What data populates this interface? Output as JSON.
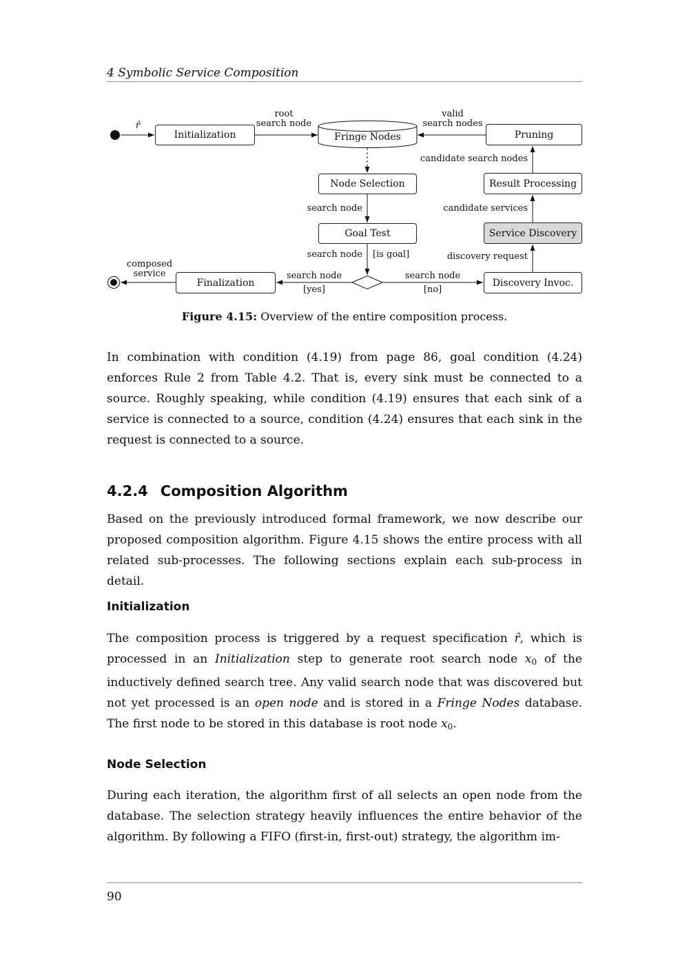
{
  "page": {
    "running_header": "4 Symbolic Service Composition",
    "page_number": "90"
  },
  "figure": {
    "caption": {
      "label": "Figure 4.15:",
      "text": " Overview of the entire composition process."
    },
    "nodes": {
      "initialization": "Initialization",
      "fringe_nodes": "Fringe Nodes",
      "pruning": "Pruning",
      "node_selection": "Node Selection",
      "result_processing": "Result Processing",
      "goal_test": "Goal Test",
      "service_discovery": "Service Discovery",
      "finalization": "Finalization",
      "discovery_invoc": "Discovery Invoc."
    },
    "labels": {
      "r_hat": "r̂",
      "root_search_node": [
        "root",
        "search node"
      ],
      "valid_search_nodes": [
        "valid",
        "search nodes"
      ],
      "candidate_search_nodes": "candidate search nodes",
      "search_node": "search node",
      "candidate_services": "candidate services",
      "is_goal": "[is goal]",
      "discovery_request": "discovery request",
      "yes": "[yes]",
      "no": "[no]",
      "composed_service": [
        "composed",
        "service"
      ]
    }
  },
  "body": {
    "para1": "In combination with condition (4.19) from page 86, goal condition (4.24) enforces Rule 2 from Table 4.2. That is, every sink must be connected to a source. Roughly speaking, while condition (4.19) ensures that each sink of a service is connected to a source, condition (4.24) ensures that each sink in the request is connected to a source.",
    "section": {
      "number": "4.2.4",
      "title": "Composition Algorithm"
    },
    "para2": "Based on the previously introduced formal framework, we now describe our proposed composition algorithm. Figure 4.15 shows the entire process with all related sub-processes. The following sections explain each sub-process in detail.",
    "sub1": "Initialization",
    "para3_segments": [
      {
        "text": "The composition process is triggered by a request specification "
      },
      {
        "text": "r̂",
        "style": "math"
      },
      {
        "text": ", which is processed in an "
      },
      {
        "text": "Initialization",
        "style": "italic"
      },
      {
        "text": " step to generate root search node "
      },
      {
        "text": "x",
        "style": "math"
      },
      {
        "text": "0",
        "style": "sub"
      },
      {
        "text": " of the inductively defined search tree. Any valid search node that was discovered but not yet processed is an "
      },
      {
        "text": "open node",
        "style": "italic"
      },
      {
        "text": " and is stored in a "
      },
      {
        "text": "Fringe Nodes",
        "style": "italic"
      },
      {
        "text": " database. The first node to be stored in this database is root node "
      },
      {
        "text": "x",
        "style": "math"
      },
      {
        "text": "0",
        "style": "sub"
      },
      {
        "text": "."
      }
    ],
    "sub2": "Node Selection",
    "para4": "During each iteration, the algorithm first of all selects an open node from the database. The selection strategy heavily influences the entire behavior of the algorithm. By following a FIFO (first-in, first-out) strategy, the algorithm im-"
  }
}
